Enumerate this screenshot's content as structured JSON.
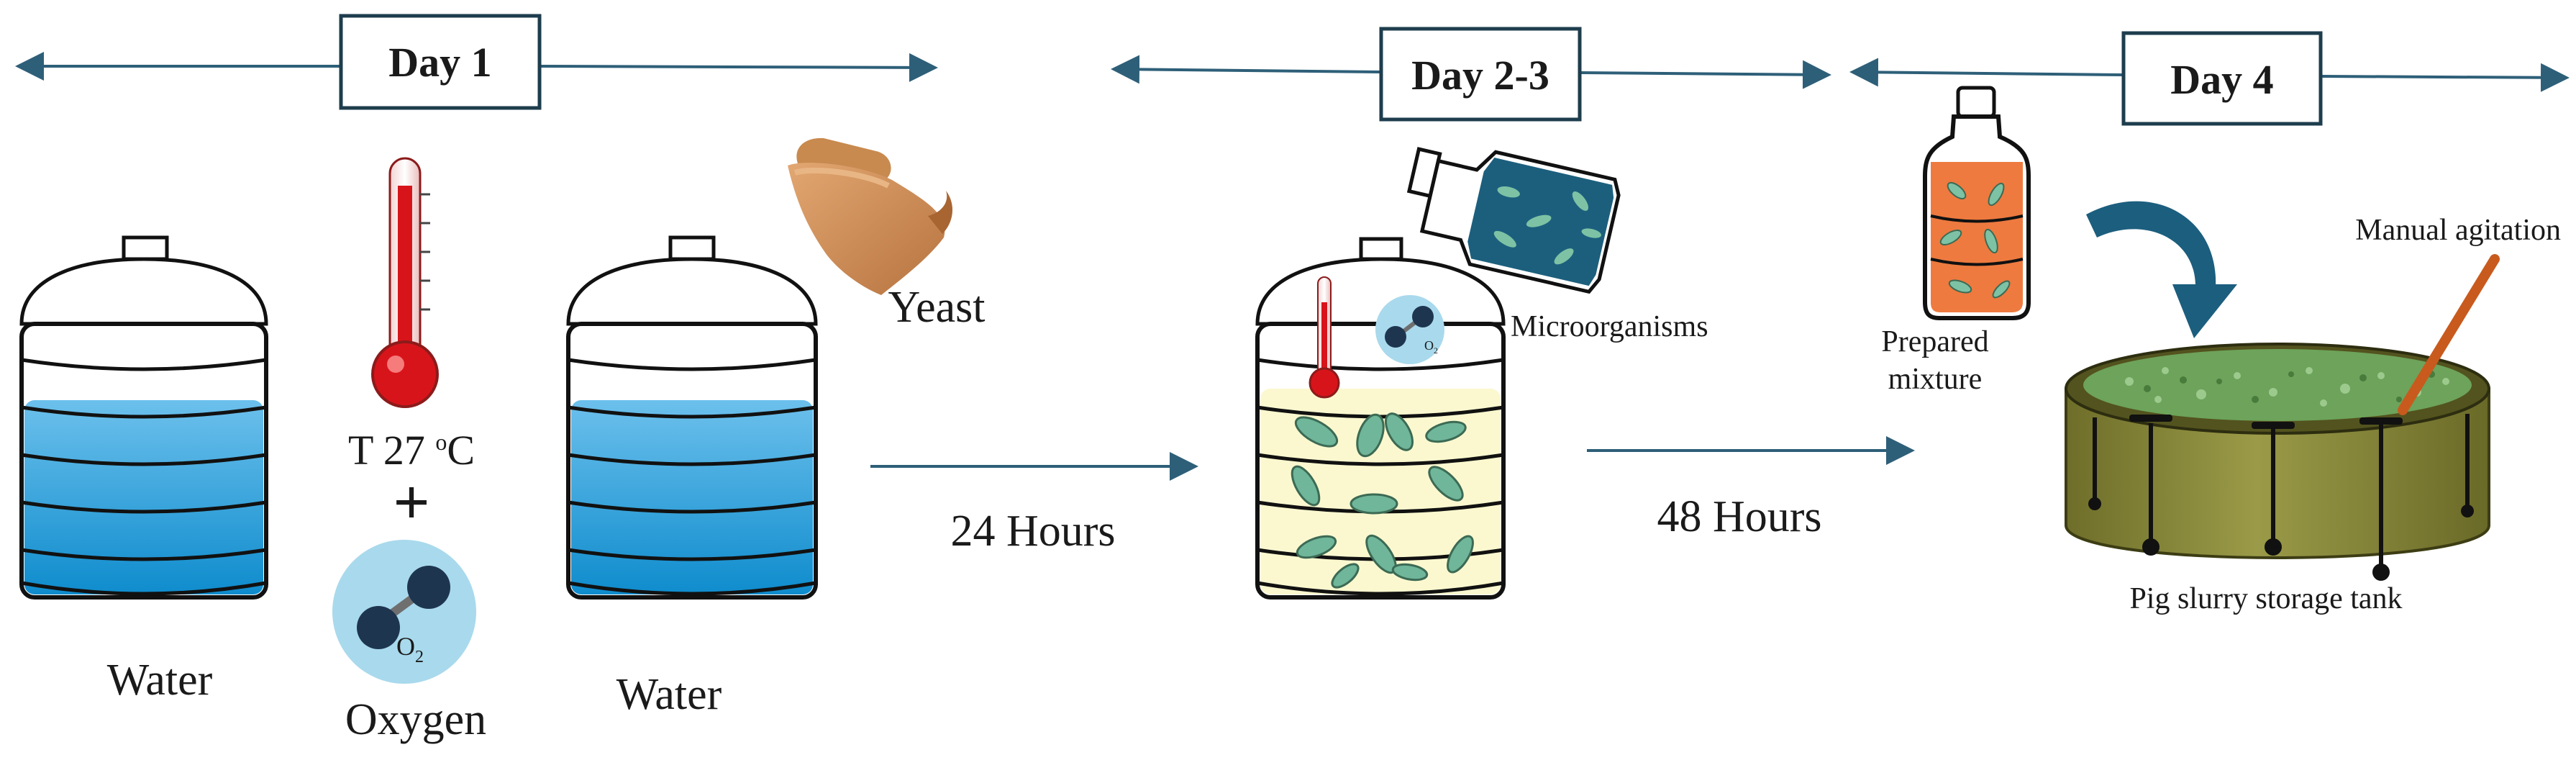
{
  "days": {
    "day1": "Day 1",
    "day23": "Day 2-3",
    "day4": "Day 4"
  },
  "labels": {
    "water_left": "Water",
    "water_right": "Water",
    "temperature_prefix": "T 27 ",
    "temperature_degree": "o",
    "temperature_unit": "C",
    "plus": "+",
    "oxygen": "Oxygen",
    "oxygen_symbol": "O",
    "oxygen_subscript": "2",
    "yeast": "Yeast",
    "hours_24": "24 Hours",
    "hours_48": "48 Hours",
    "microorganisms": "Microorganisms",
    "prepared_mixture_line1": "Prepared",
    "prepared_mixture_line2": "mixture",
    "manual_agitation": "Manual agitation",
    "storage_tank": "Pig slurry storage tank"
  },
  "colors": {
    "timeline": "#2e5f78",
    "water_light": "#5ab4e6",
    "water_dark": "#1592d3",
    "culture": "#fbf8cf",
    "thermometer_red": "#d8141b",
    "oxygen_circle": "#a9d9ec",
    "oxygen_atom": "#1e3550",
    "bottle_blue": "#1c5f7d",
    "bottle_orange": "#ee7a3f",
    "microbe_green": "#6fb69a",
    "tank_olive": "#8a8a3c",
    "slurry_green": "#6da35a",
    "stick_brown": "#c85a1e",
    "curve_arrow": "#1c5e7e"
  },
  "icons": [
    "water-tank-icon",
    "thermometer-icon",
    "oxygen-molecule-icon",
    "yeast-sack-icon",
    "microorganism-bottle-icon",
    "prepared-mixture-bottle-icon",
    "curved-arrow-icon",
    "slurry-tank-icon",
    "agitation-stick-icon"
  ]
}
